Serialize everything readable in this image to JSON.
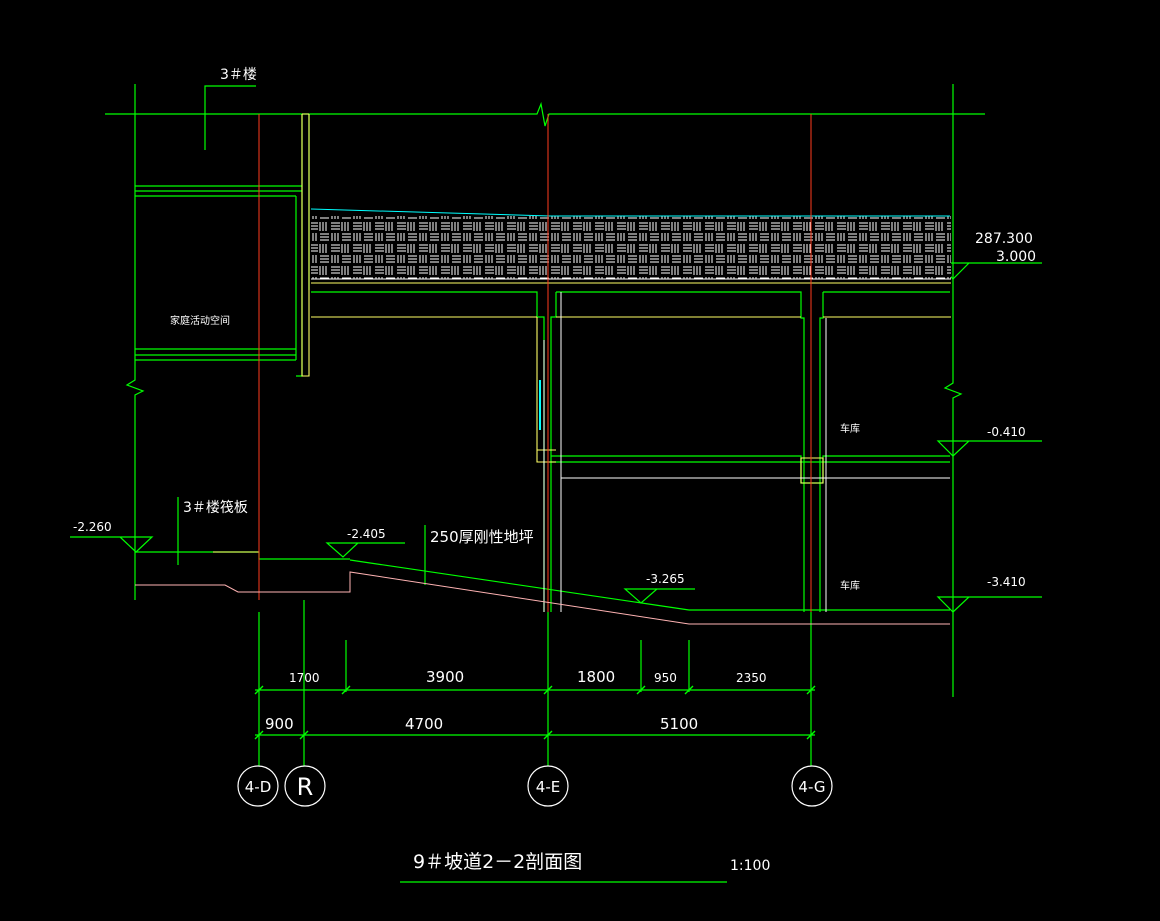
{
  "colors": {
    "background": "#000000",
    "green": "#00ff00",
    "white": "#ffffff",
    "red": "#ff3b1e",
    "yellow": "#ffff66",
    "cyan": "#00ffff",
    "pink": "#ffb3b3"
  },
  "labels": {
    "building3": "3＃楼",
    "familySpace": "家庭活动空间",
    "garageUpper": "车库",
    "garageLower": "车库",
    "raft3": "3＃楼筏板",
    "slab250": "250厚刚性地坪",
    "title": "9＃坡道2－2剖面图",
    "scale": "1:100"
  },
  "elevations": {
    "top1": "287.300",
    "top2": "3.000",
    "mid": "-0.410",
    "low": "-3.410",
    "left": "-2.260",
    "ramp_top": "-2.405",
    "ramp_bottom": "-3.265"
  },
  "dims_row1": [
    "1700",
    "3900",
    "1800",
    "950",
    "2350"
  ],
  "dims_row2": [
    "900",
    "4700",
    "5100"
  ],
  "axes": [
    "4-D",
    "R",
    "4-E",
    "4-G"
  ]
}
